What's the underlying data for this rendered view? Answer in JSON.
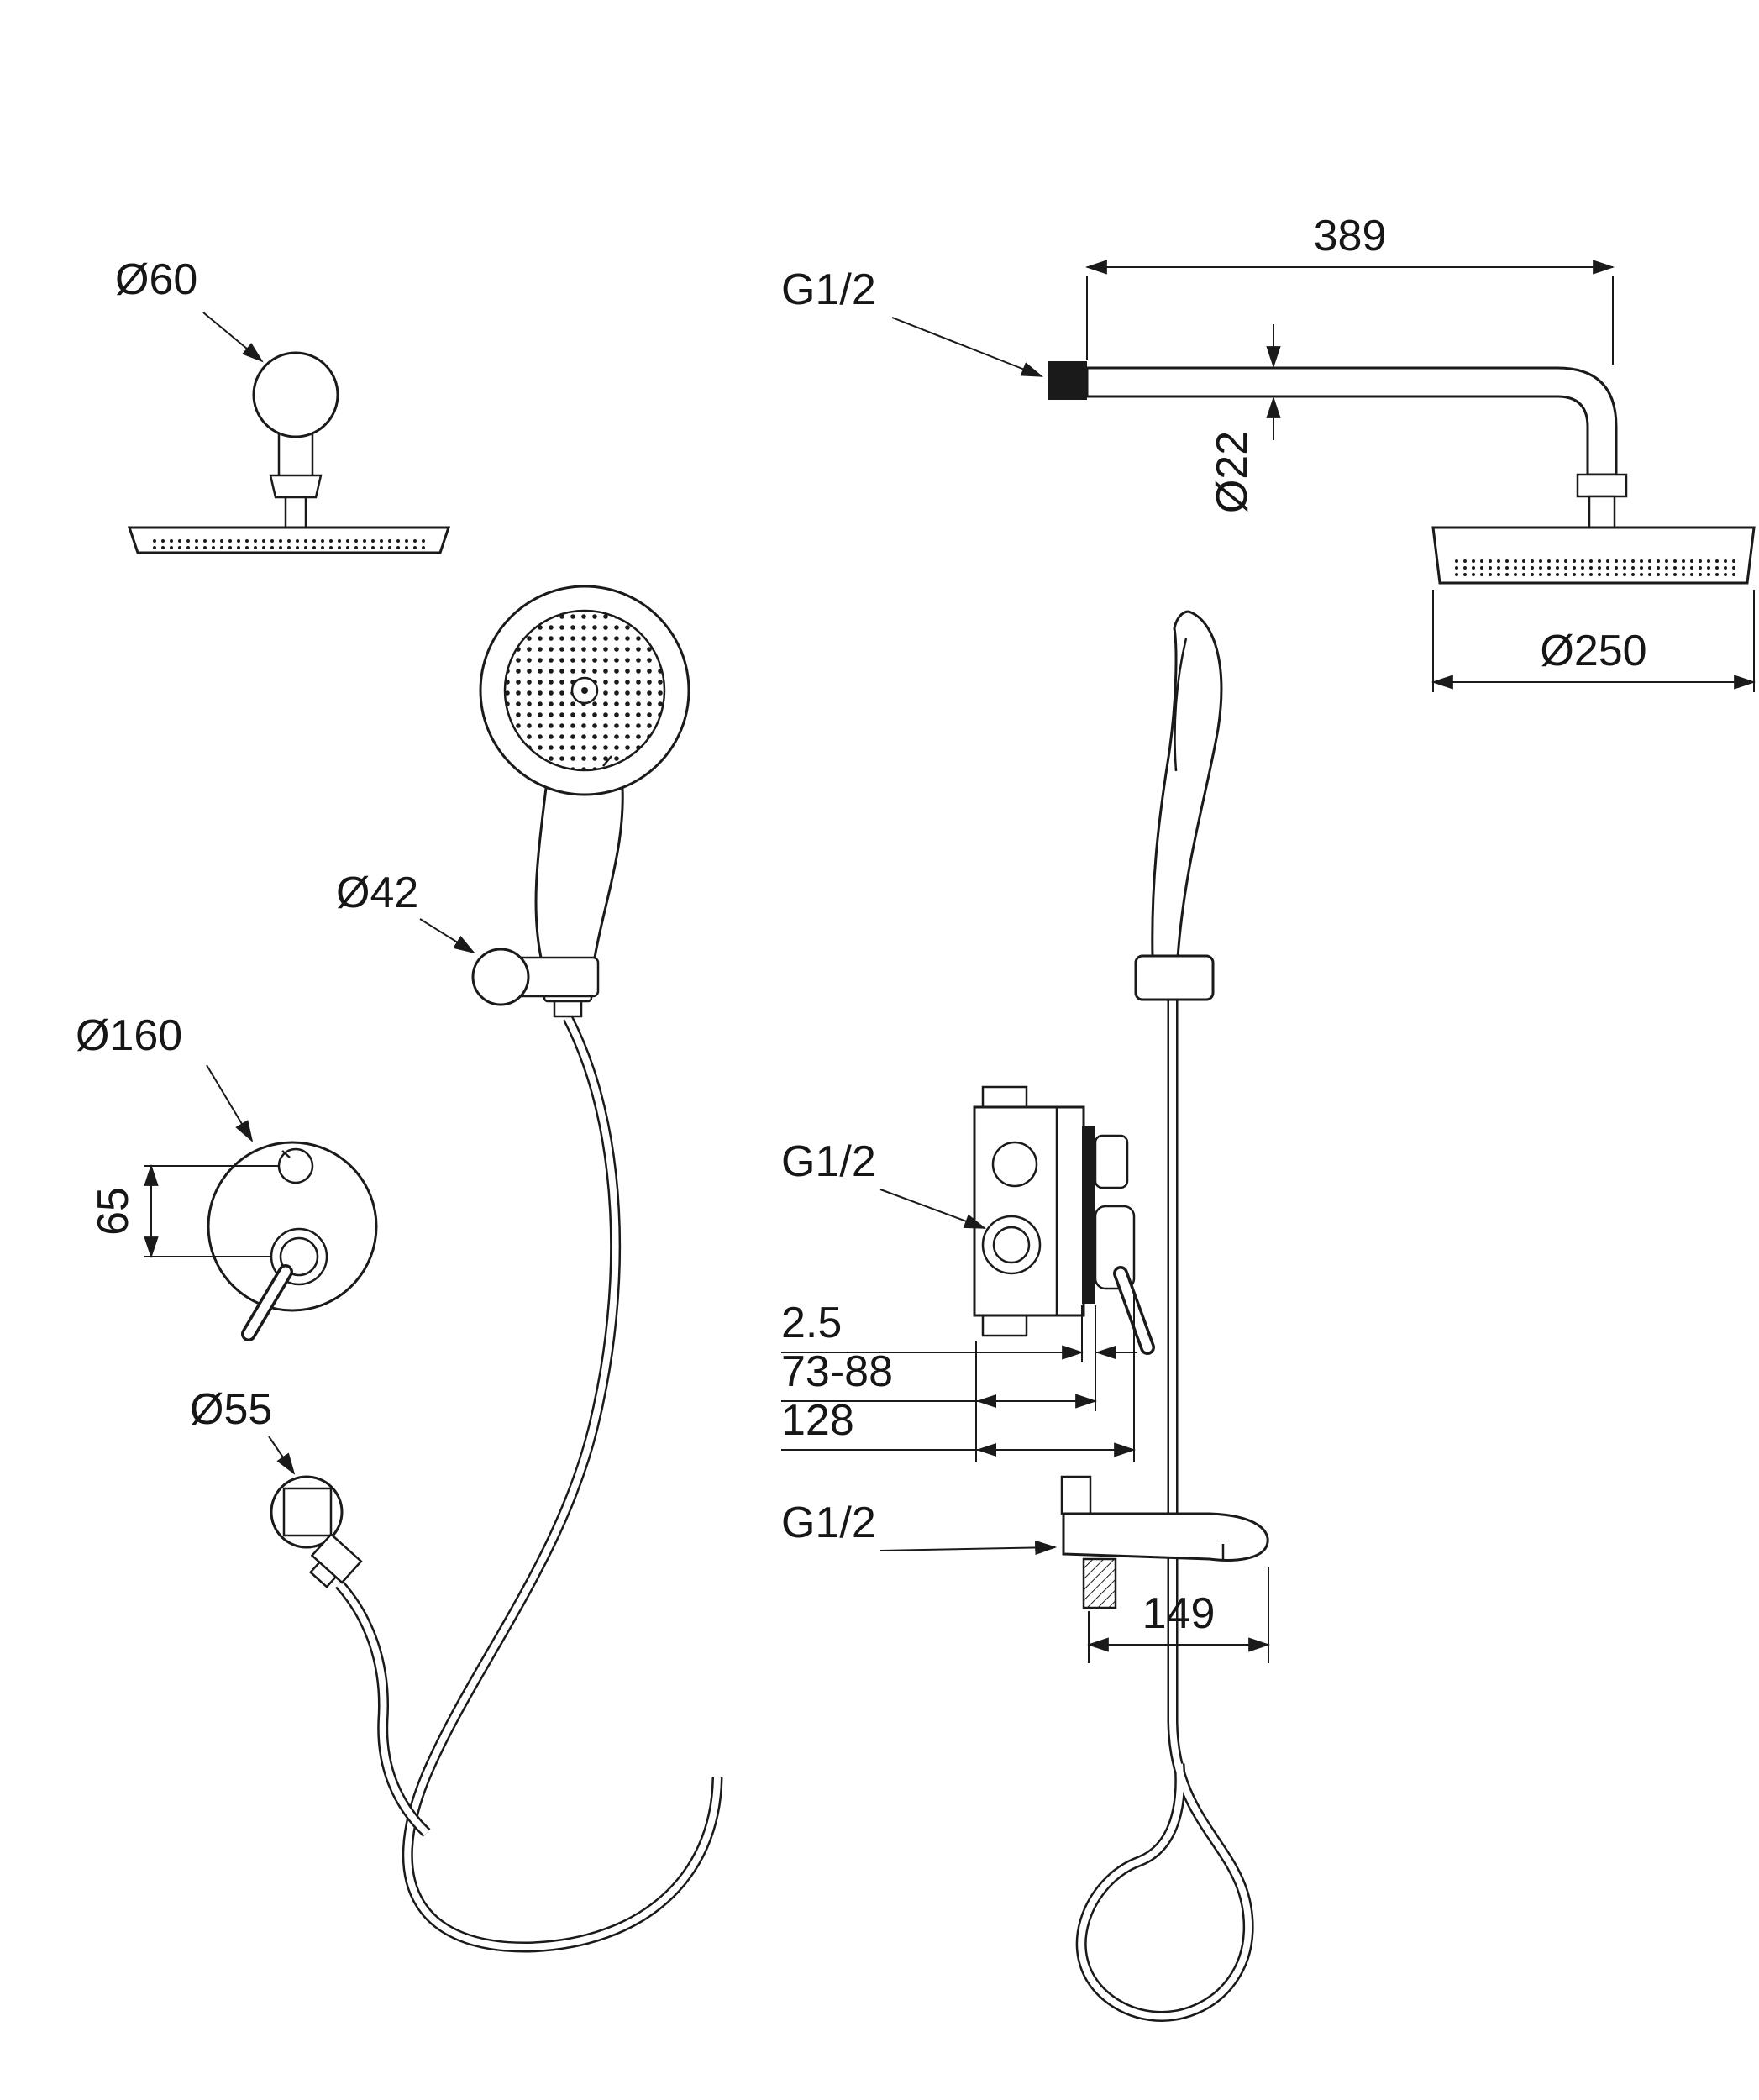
{
  "diagram": {
    "type": "technical-dimension-drawing",
    "subject": "concealed shower system with rain head, hand shower, mixer valve and tub spout",
    "colors": {
      "line": "#1a1a1a",
      "background": "#ffffff"
    },
    "views": {
      "rain_head_front": {
        "flange_diameter": "Ø60"
      },
      "rain_head_side": {
        "thread": "G1/2",
        "arm_length": "389",
        "arm_diameter": "Ø22",
        "head_diameter": "Ø250"
      },
      "hand_shower_front": {
        "holder_diameter": "Ø42",
        "plate_diameter": "Ø160",
        "handle_spacing": "65",
        "outlet_diameter": "Ø55"
      },
      "system_side": {
        "valve_thread": "G1/2",
        "trim_depth": "2.5",
        "install_depth_range": "73-88",
        "total_depth": "128",
        "spout_thread": "G1/2",
        "spout_length": "149"
      }
    }
  }
}
